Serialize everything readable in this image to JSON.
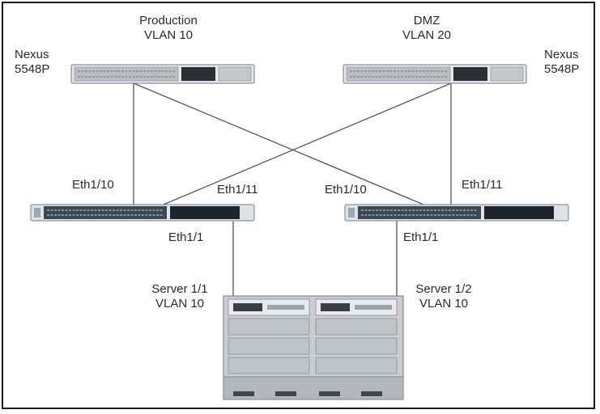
{
  "top_left": {
    "title": "Production",
    "vlan": "VLAN 10",
    "model_line1": "Nexus",
    "model_line2": "5548P"
  },
  "top_right": {
    "title": "DMZ",
    "vlan": "VLAN 20",
    "model_line1": "Nexus",
    "model_line2": "5548P"
  },
  "fabric_left": {
    "port_uplink_a": "Eth1/10",
    "port_uplink_b": "Eth1/11",
    "port_down": "Eth1/1"
  },
  "fabric_right": {
    "port_uplink_a": "Eth1/10",
    "port_uplink_b": "Eth1/11",
    "port_down": "Eth1/1"
  },
  "server_left": {
    "name": "Server 1/1",
    "vlan": "VLAN 10"
  },
  "server_right": {
    "name": "Server 1/2",
    "vlan": "VLAN 10"
  },
  "colors": {
    "link": "#555555",
    "switch_body": "#d9dde2",
    "fabric_body": "#2e3a46",
    "chassis": "#c9ccd0"
  }
}
